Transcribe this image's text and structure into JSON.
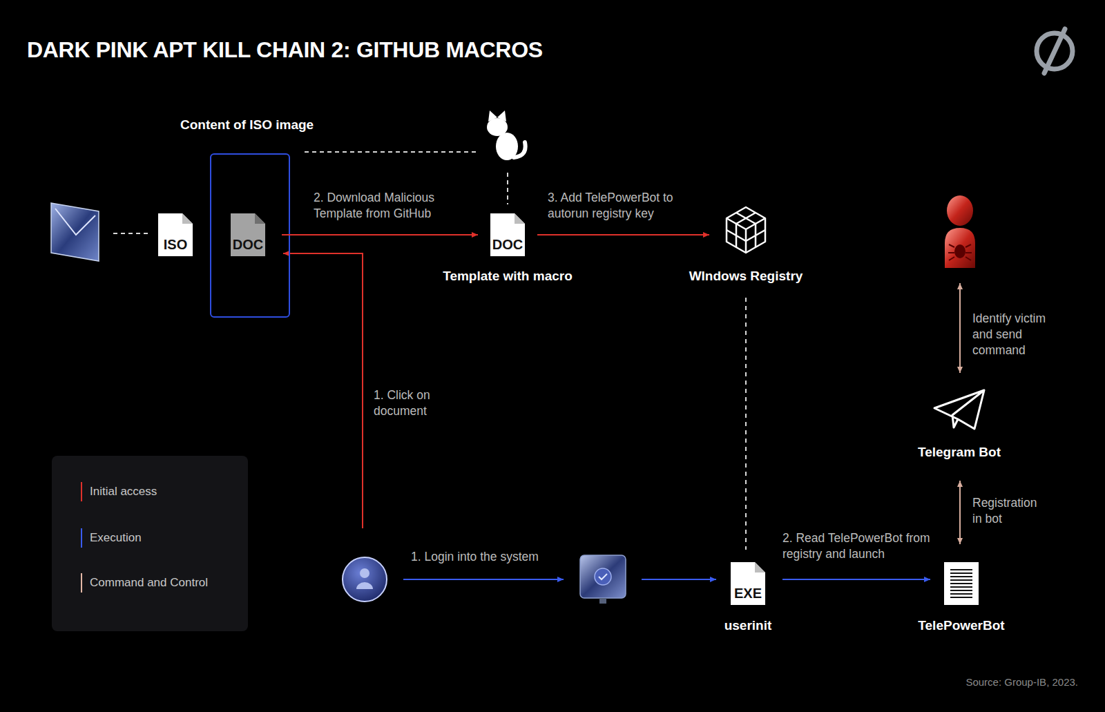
{
  "diagram": {
    "title": "DARK PINK APT KILL CHAIN 2: GITHUB MACROS",
    "caption": "Source: Group-IB, 2023.",
    "nodes": [
      {
        "text": [
          "ISO"
        ]
      },
      {
        "text": [
          "Content of ISO image"
        ]
      },
      {
        "text": [
          "DOC"
        ],
        "in": 1
      },
      {
        "text": [
          "DOC",
          "Template with macro"
        ]
      },
      {
        "text": [
          "WIndows Registry"
        ]
      },
      {
        "text": [
          "Telegram Bot"
        ]
      },
      {
        "text": [
          "EXE",
          "userinit"
        ]
      },
      {
        "text": [
          "TelePowerBot"
        ]
      }
    ],
    "edges": [
      {
        "from": 2,
        "to": 3,
        "arrow": "to",
        "label": "2. Download Malicious Template from GitHub"
      },
      {
        "from": 3,
        "to": 4,
        "arrow": "to",
        "label": "3. Add TelePowerBot to autorun registry key"
      },
      {
        "from": 4,
        "to": 6,
        "arrow": "none"
      },
      {
        "from": 6,
        "to": 7,
        "arrow": "to",
        "label": "2. Read TelePowerBot from registry and launch"
      },
      {
        "from": 5,
        "to": 7,
        "arrow": "both",
        "label": "Registration in bot"
      }
    ],
    "labels": [
      "1. Click on document",
      "1. Login into the system",
      "Identify victim and send command"
    ],
    "legend": [
      {
        "text": "Initial access",
        "color": "#e0312b"
      },
      {
        "text": "Execution",
        "color": "#3a5cf0"
      },
      {
        "text": "Command and Control",
        "color": "#e3b8a6"
      }
    ]
  }
}
